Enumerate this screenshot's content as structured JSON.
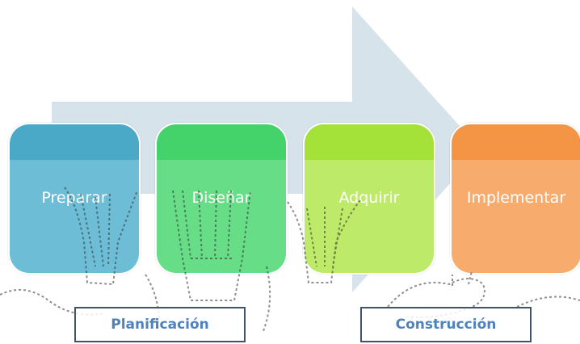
{
  "steps": [
    {
      "label": "Preparar",
      "color": "#6dbdd6"
    },
    {
      "label": "Diseñar",
      "color": "#66dd86"
    },
    {
      "label": "Adquirir",
      "color": "#bdeb69"
    },
    {
      "label": "Implementar",
      "color": "#f7ac6e"
    }
  ],
  "phases": [
    {
      "label": "Planificación"
    },
    {
      "label": "Construcción"
    }
  ],
  "arrow_color": "#d6e3ea",
  "phase_text_color": "#4f81bd"
}
